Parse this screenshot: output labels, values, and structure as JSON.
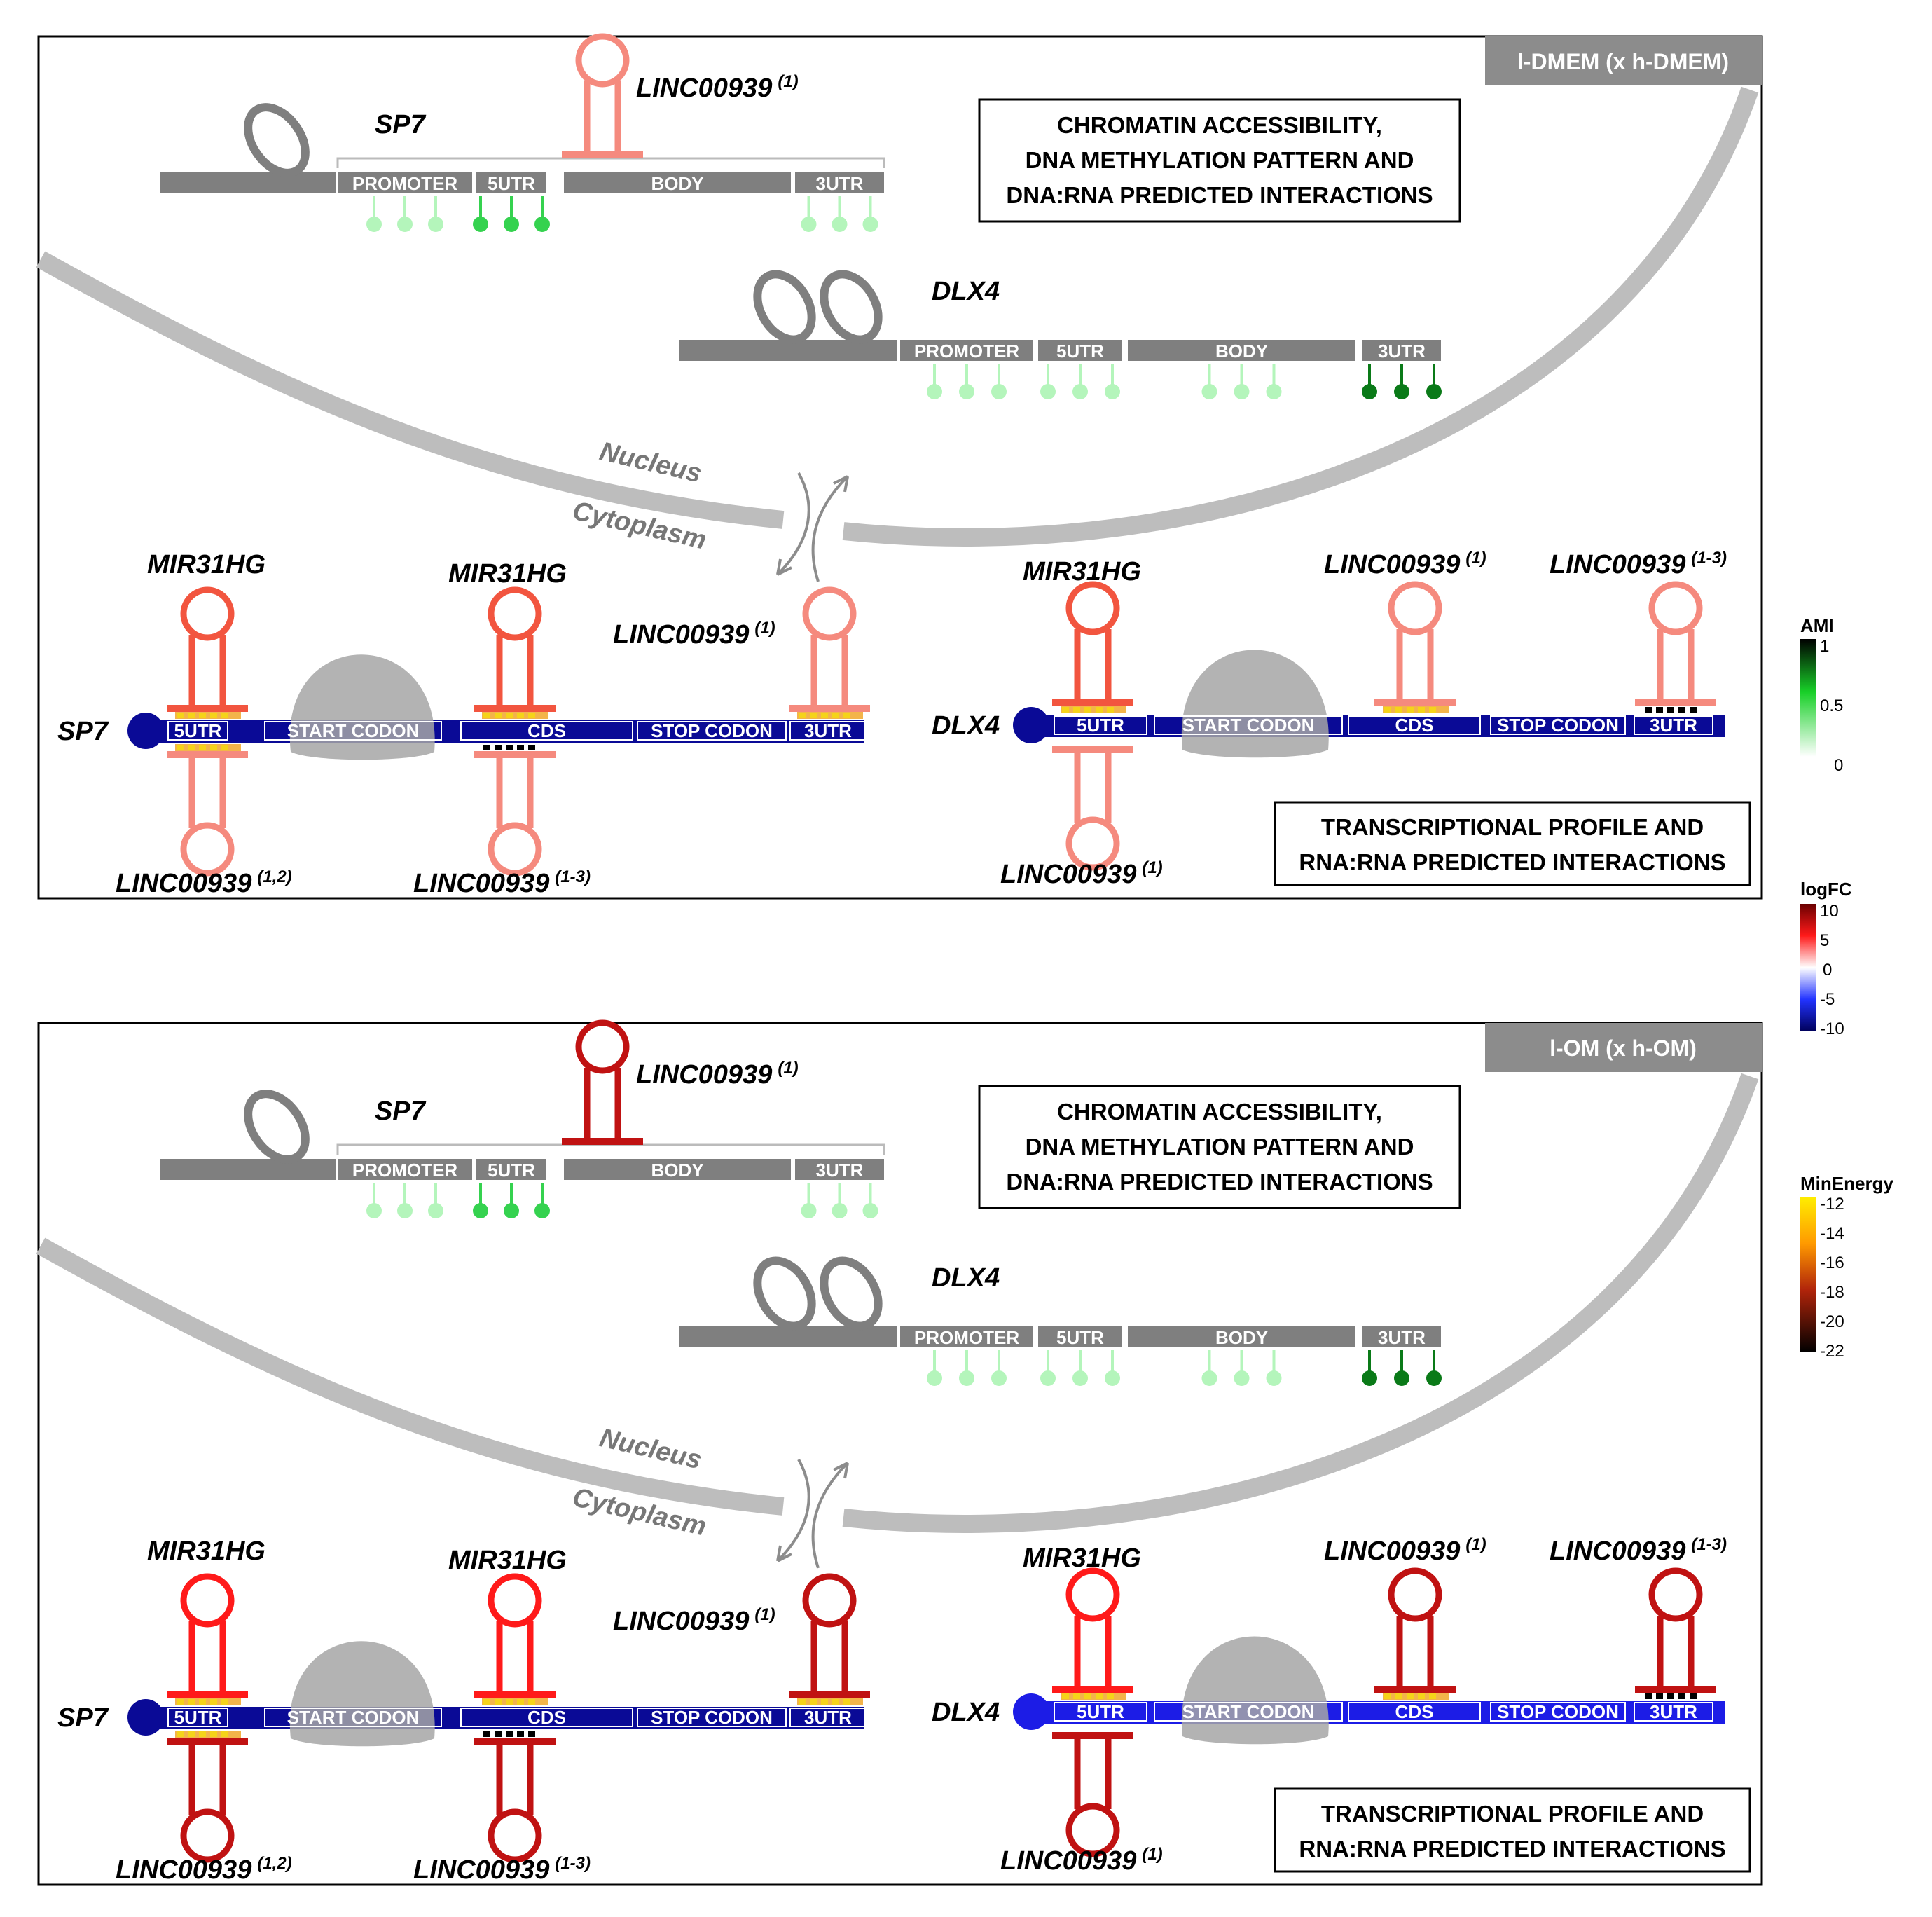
{
  "colors": {
    "dna": "#7f7f7f",
    "mrna_sp7": "#0a0a96",
    "mrna_dlx4_top": "#0a0a96",
    "mrna_dlx4_bottom": "#1c1ce6",
    "lnc_top": "#f58a7e",
    "mir_top": "#f2553f",
    "lnc_bottom": "#c01212",
    "mir_bottom": "#ff1a1a",
    "ami_low": "#b4f5bb",
    "ami_mid": "#35d24f",
    "ami_high": "#0a7a18",
    "ribosome": "#a6a6a6",
    "membrane": "#bdbdbd"
  },
  "panels": [
    {
      "condition": "l-DMEM (x h-DMEM)",
      "nuclear_box": [
        "CHROMATIN ACCESSIBILITY,",
        "DNA METHYLATION PATTERN AND",
        "DNA:RNA PREDICTED INTERACTIONS"
      ],
      "cyto_box": [
        "TRANSCRIPTIONAL PROFILE AND",
        "RNA:RNA PREDICTED INTERACTIONS"
      ],
      "compartments": {
        "nucleus": "Nucleus",
        "cytoplasm": "Cytoplasm"
      },
      "sp7_gene": {
        "name": "SP7",
        "segments": [
          "PROMOTER",
          "5UTR",
          "BODY",
          "3UTR"
        ],
        "lnc_label": "LINC00939",
        "lnc_sup": "(1)",
        "methylation_level": {
          "PROMOTER": "low",
          "5UTR": "mid",
          "BODY": "none",
          "3UTR": "low"
        }
      },
      "dlx4_gene": {
        "name": "DLX4",
        "segments": [
          "PROMOTER",
          "5UTR",
          "BODY",
          "3UTR"
        ],
        "methylation_level": {
          "PROMOTER": "low",
          "5UTR": "low",
          "BODY": "low",
          "3UTR": "high"
        }
      },
      "sp7_mrna": {
        "name": "SP7",
        "segments": [
          "5UTR",
          "START CODON",
          "CDS",
          "STOP CODON",
          "3UTR"
        ],
        "labels": {
          "mir_5utr": "MIR31HG",
          "mir_cds": "MIR31HG",
          "lnc_3utr": "LINC00939",
          "lnc_3utr_sup": "(1)",
          "lnc_5utr": "LINC00939",
          "lnc_5utr_sup": "(1,2)",
          "lnc_cds": "LINC00939",
          "lnc_cds_sup": "(1-3)"
        }
      },
      "dlx4_mrna": {
        "name": "DLX4",
        "segments": [
          "5UTR",
          "START CODON",
          "CDS",
          "STOP CODON",
          "3UTR"
        ],
        "labels": {
          "mir_5utr": "MIR31HG",
          "lnc_cds": "LINC00939",
          "lnc_cds_sup": "(1)",
          "lnc_3utr": "LINC00939",
          "lnc_3utr_sup": "(1-3)",
          "lnc_5utr": "LINC00939",
          "lnc_5utr_sup": "(1)"
        }
      }
    },
    {
      "condition": "l-OM (x h-OM)",
      "nuclear_box": [
        "CHROMATIN ACCESSIBILITY,",
        "DNA METHYLATION PATTERN AND",
        "DNA:RNA PREDICTED INTERACTIONS"
      ],
      "cyto_box": [
        "TRANSCRIPTIONAL PROFILE AND",
        "RNA:RNA PREDICTED INTERACTIONS"
      ],
      "compartments": {
        "nucleus": "Nucleus",
        "cytoplasm": "Cytoplasm"
      },
      "sp7_gene": {
        "name": "SP7",
        "segments": [
          "PROMOTER",
          "5UTR",
          "BODY",
          "3UTR"
        ],
        "lnc_label": "LINC00939",
        "lnc_sup": "(1)",
        "methylation_level": {
          "PROMOTER": "low",
          "5UTR": "mid",
          "BODY": "none",
          "3UTR": "low"
        }
      },
      "dlx4_gene": {
        "name": "DLX4",
        "segments": [
          "PROMOTER",
          "5UTR",
          "BODY",
          "3UTR"
        ],
        "methylation_level": {
          "PROMOTER": "low",
          "5UTR": "low",
          "BODY": "low",
          "3UTR": "high"
        }
      },
      "sp7_mrna": {
        "name": "SP7",
        "segments": [
          "5UTR",
          "START CODON",
          "CDS",
          "STOP CODON",
          "3UTR"
        ],
        "labels": {
          "mir_5utr": "MIR31HG",
          "mir_cds": "MIR31HG",
          "lnc_3utr": "LINC00939",
          "lnc_3utr_sup": "(1)",
          "lnc_5utr": "LINC00939",
          "lnc_5utr_sup": "(1,2)",
          "lnc_cds": "LINC00939",
          "lnc_cds_sup": "(1-3)"
        }
      },
      "dlx4_mrna": {
        "name": "DLX4",
        "segments": [
          "5UTR",
          "START CODON",
          "CDS",
          "STOP CODON",
          "3UTR"
        ],
        "labels": {
          "mir_5utr": "MIR31HG",
          "lnc_cds": "LINC00939",
          "lnc_cds_sup": "(1)",
          "lnc_3utr": "LINC00939",
          "lnc_3utr_sup": "(1-3)",
          "lnc_5utr": "LINC00939",
          "lnc_5utr_sup": "(1)"
        }
      }
    }
  ],
  "legends": {
    "ami": {
      "title": "AMI",
      "ticks": [
        "1",
        "0.5",
        "0"
      ]
    },
    "logfc": {
      "title": "logFC",
      "ticks": [
        "10",
        "5",
        "0",
        "-5",
        "-10"
      ]
    },
    "minenergy": {
      "title": "MinEnergy",
      "ticks": [
        "-12",
        "-14",
        "-16",
        "-18",
        "-20",
        "-22"
      ]
    }
  }
}
